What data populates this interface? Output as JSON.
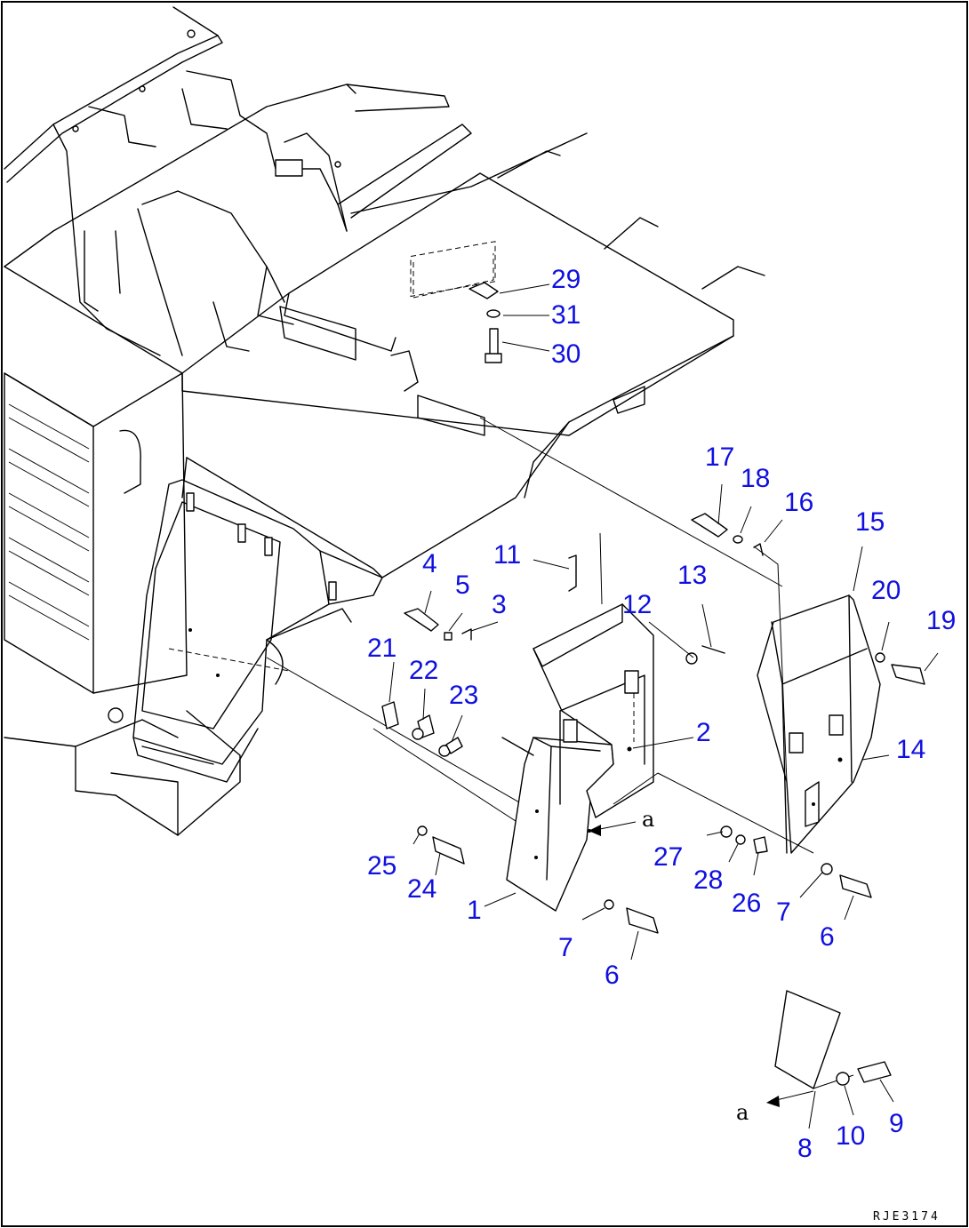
{
  "callouts": [
    {
      "id": "29",
      "label": "29"
    },
    {
      "id": "31",
      "label": "31"
    },
    {
      "id": "30",
      "label": "30"
    },
    {
      "id": "17",
      "label": "17"
    },
    {
      "id": "18",
      "label": "18"
    },
    {
      "id": "16",
      "label": "16"
    },
    {
      "id": "15",
      "label": "15"
    },
    {
      "id": "11",
      "label": "11"
    },
    {
      "id": "13",
      "label": "13"
    },
    {
      "id": "20",
      "label": "20"
    },
    {
      "id": "19",
      "label": "19"
    },
    {
      "id": "4",
      "label": "4"
    },
    {
      "id": "5",
      "label": "5"
    },
    {
      "id": "3",
      "label": "3"
    },
    {
      "id": "12",
      "label": "12"
    },
    {
      "id": "21",
      "label": "21"
    },
    {
      "id": "22",
      "label": "22"
    },
    {
      "id": "23",
      "label": "23"
    },
    {
      "id": "2",
      "label": "2"
    },
    {
      "id": "14",
      "label": "14"
    },
    {
      "id": "27",
      "label": "27"
    },
    {
      "id": "28",
      "label": "28"
    },
    {
      "id": "26",
      "label": "26"
    },
    {
      "id": "25",
      "label": "25"
    },
    {
      "id": "24",
      "label": "24"
    },
    {
      "id": "1",
      "label": "1"
    },
    {
      "id": "7a",
      "label": "7"
    },
    {
      "id": "6a",
      "label": "6"
    },
    {
      "id": "7b",
      "label": "7"
    },
    {
      "id": "6b",
      "label": "6"
    },
    {
      "id": "9",
      "label": "9"
    },
    {
      "id": "10",
      "label": "10"
    },
    {
      "id": "8",
      "label": "8"
    }
  ],
  "view_marks": [
    "a",
    "a"
  ],
  "drawing_id": "RJE3174",
  "colors": {
    "callout": "#1010e0",
    "line": "#000000",
    "background": "#ffffff"
  }
}
